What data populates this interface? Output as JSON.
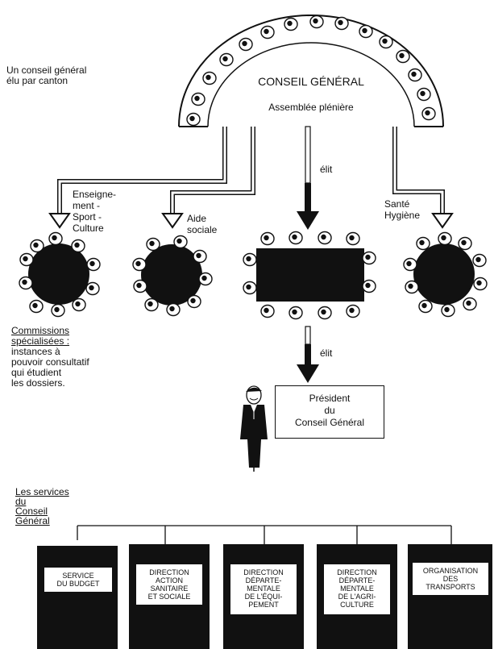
{
  "header": {
    "left_caption": "Un conseil général\nélu par canton"
  },
  "council": {
    "title": "CONSEIL GÉNÉRAL",
    "subtitle": "Assemblée plénière",
    "elit_1": "élit",
    "elit_2": "élit"
  },
  "commissions": {
    "education": "Enseigne-\nment -\nSport -\nCulture",
    "social": "Aide\nsociale",
    "health": "Santé\nHygiène",
    "caption_title": "Commissions\nspécialisées :",
    "caption_body": "instances à\npouvoir consultatif\nqui étudient\nles dossiers."
  },
  "president": {
    "label": "Président\ndu\nConseil Général"
  },
  "services": {
    "caption": "Les services\ndu\nConseil\nGénéral",
    "items": [
      "SERVICE\nDU BUDGET",
      "DIRECTION\nACTION\nSANITAIRE\nET SOCIALE",
      "DIRECTION\nDÉPARTE-\nMENTALE\nDE L'ÉQUI-\nPEMENT",
      "DIRECTION\nDÉPARTE-\nMENTALE\nDE L'AGRI-\nCULTURE",
      "ORGANISATION\nDES\nTRANSPORTS"
    ]
  }
}
